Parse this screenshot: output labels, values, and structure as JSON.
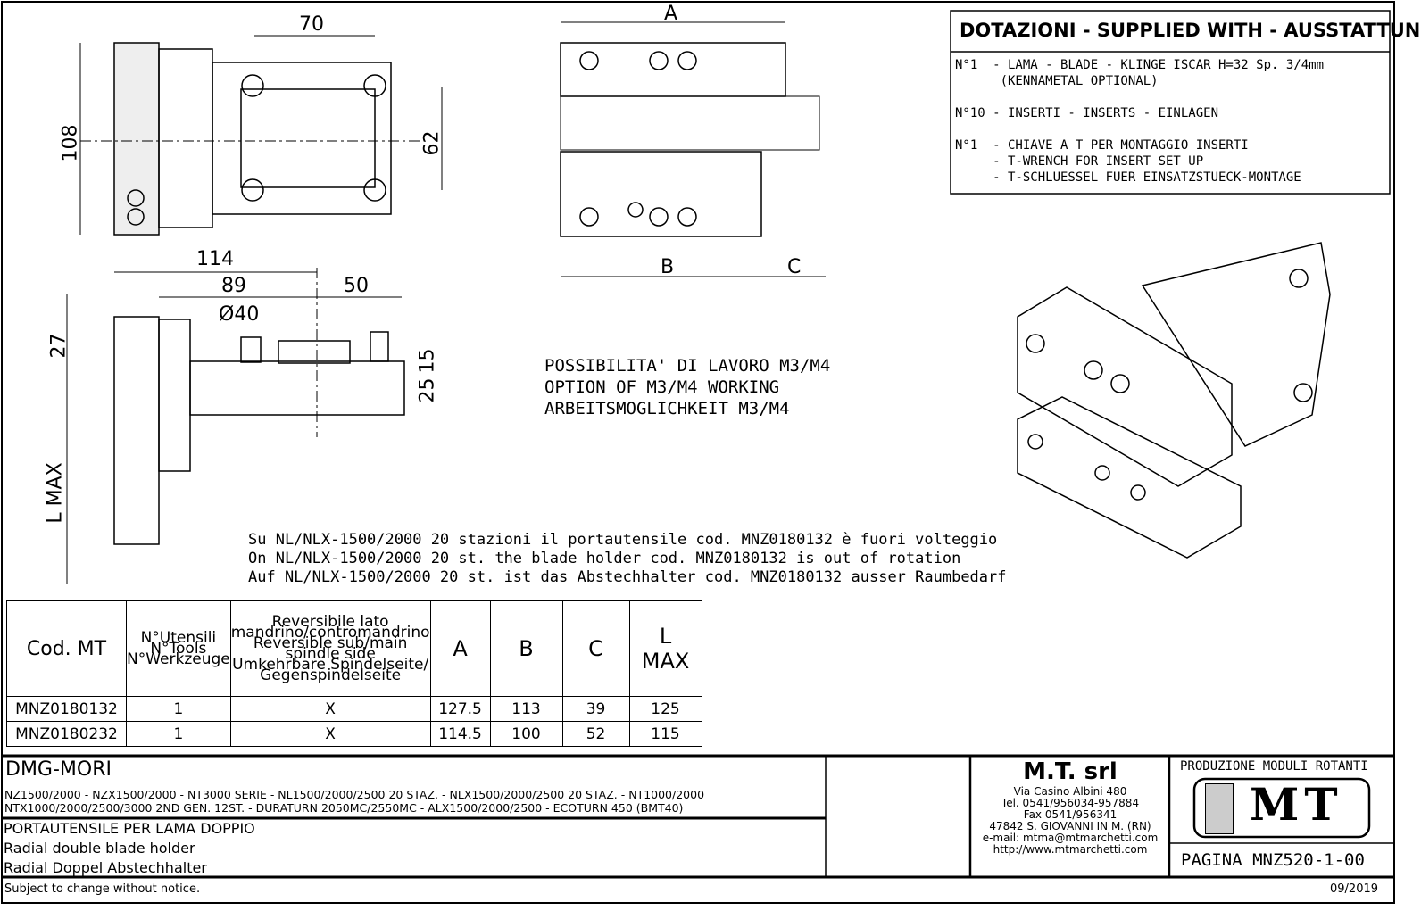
{
  "dimensions": {
    "top_view": {
      "width_70": "70",
      "height_108": "108",
      "height_62": "62"
    },
    "side_view": {
      "a": "A",
      "b": "B",
      "c": "C"
    },
    "front_view": {
      "d114": "114",
      "d89": "89",
      "d50": "50",
      "dia40": "Ø40",
      "d27": "27",
      "d15": "15",
      "d25": "25",
      "lmax": "L MAX"
    }
  },
  "supplied_with": {
    "title": "DOTAZIONI - SUPPLIED WITH - AUSSTATTUNG",
    "lines": [
      "N°1  - LAMA - BLADE - KLINGE ISCAR H=32 Sp. 3/4mm",
      "      (KENNAMETAL OPTIONAL)",
      "N°10 - INSERTI - INSERTS - EINLAGEN",
      "N°1  - CHIAVE A T PER MONTAGGIO INSERTI",
      "     - T-WRENCH FOR INSERT SET UP",
      "     - T-SCHLUESSEL FUER EINSATZSTUECK-MONTAGE"
    ]
  },
  "working_option": [
    "POSSIBILITA' DI LAVORO M3/M4",
    "OPTION OF M3/M4 WORKING",
    "ARBEITSMOGLICHKEIT M3/M4"
  ],
  "rotation_note": [
    "Su NL/NLX-1500/2000 20 stazioni il portautensile cod. MNZ0180132 è fuori volteggio",
    "On NL/NLX-1500/2000 20 st. the blade holder cod. MNZ0180132 is out of rotation",
    "Auf NL/NLX-1500/2000 20 st. ist das Abstechhalter cod. MNZ0180132 ausser Raumbedarf"
  ],
  "spec_table": {
    "headers": {
      "code": "Cod. MT",
      "tools": [
        "N°Utensili",
        "N°Tools",
        "N°Werkzeuge"
      ],
      "reversible": [
        "Reversibile lato",
        "mandrino/contromandrino",
        "Reversible sub/main",
        "spindle side",
        "Umkehrbare Spindelseite/",
        "Gegenspindelseite"
      ],
      "a": "A",
      "b": "B",
      "c": "C",
      "lmax": [
        "L",
        "MAX"
      ]
    },
    "rows": [
      {
        "code": "MNZ0180132",
        "tools": "1",
        "reversible": "X",
        "a": "127.5",
        "b": "113",
        "c": "39",
        "lmax": "125"
      },
      {
        "code": "MNZ0180232",
        "tools": "1",
        "reversible": "X",
        "a": "114.5",
        "b": "100",
        "c": "52",
        "lmax": "115"
      }
    ]
  },
  "title_block": {
    "brand": "DMG-MORI",
    "models": [
      "NZ1500/2000 - NZX1500/2000 - NT3000 SERIE - NL1500/2000/2500 20 STAZ. - NLX1500/2000/2500 20 STAZ. - NT1000/2000",
      "NTX1000/2000/2500/3000 2ND GEN. 12ST. - DURATURN 2050MC/2550MC - ALX1500/2000/2500 - ECOTURN 450 (BMT40)"
    ],
    "descriptions": [
      "PORTAUTENSILE PER LAMA DOPPIO",
      "Radial double blade holder",
      "Radial Doppel Abstechhalter"
    ],
    "company": {
      "name": "M.T. srl",
      "address": [
        "Via Casino Albini 480",
        "Tel. 0541/956034-957884",
        "Fax 0541/956341",
        "47842 S. GIOVANNI IN M. (RN)",
        "e-mail: mtma@mtmarchetti.com",
        "http://www.mtmarchetti.com"
      ]
    },
    "production": "PRODUZIONE MODULI ROTANTI",
    "logo_text": "MT",
    "page": "PAGINA MNZ520-1-00"
  },
  "footer": {
    "notice": "Subject to change without notice.",
    "date": "09/2019"
  }
}
